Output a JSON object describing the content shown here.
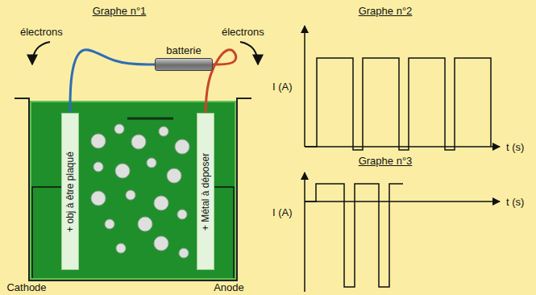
{
  "diagram": {
    "nodes": [
      {
        "text": [
          "batterie"
        ]
      },
      {
        "text": [
          "+ obj à être plaqué"
        ]
      },
      {
        "text": [
          "+ Métal à déposer"
        ]
      }
    ],
    "edges": [
      {
        "from": 0,
        "to": 1,
        "arrow": "none"
      },
      {
        "from": 0,
        "to": 2,
        "arrow": "none"
      }
    ],
    "labels": [
      "Graphe n°1",
      "électrons",
      "électrons",
      "Cathode",
      "Anode",
      "Graphe n°2",
      "I (A)",
      "t (s)",
      "Graphe n°3",
      "I (A)",
      "t (s)"
    ]
  }
}
